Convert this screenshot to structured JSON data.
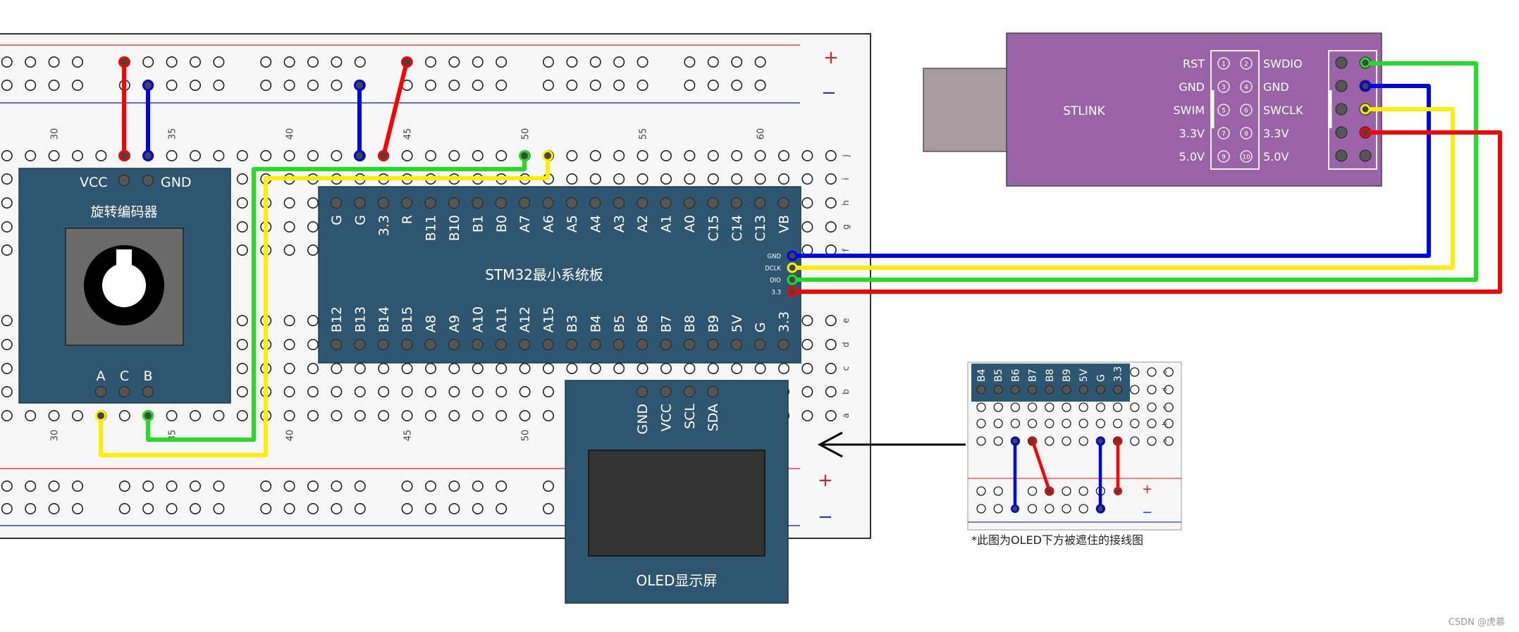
{
  "breadboard": {
    "column_numbers": [
      "30",
      "35",
      "40",
      "45",
      "50",
      "55",
      "60"
    ],
    "row_letters_top": [
      "j",
      "i",
      "h",
      "g",
      "f"
    ],
    "row_letters_bottom": [
      "e",
      "d",
      "c",
      "b",
      "a"
    ],
    "rail_plus": "+",
    "rail_minus": "−"
  },
  "encoder": {
    "vcc_label": "VCC",
    "gnd_label": "GND",
    "title": "旋转编码器",
    "pins": [
      "A",
      "C",
      "B"
    ]
  },
  "stm32": {
    "title": "STM32最小系统板",
    "top_pins": [
      "G",
      "G",
      "3.3",
      "R",
      "B11",
      "B10",
      "B1",
      "B0",
      "A7",
      "A6",
      "A5",
      "A4",
      "A3",
      "A2",
      "A1",
      "A0",
      "C15",
      "C14",
      "C13",
      "VB"
    ],
    "bottom_pins": [
      "B12",
      "B13",
      "B14",
      "B15",
      "A8",
      "A9",
      "A10",
      "A11",
      "A12",
      "A15",
      "B3",
      "B4",
      "B5",
      "B6",
      "B7",
      "B8",
      "B9",
      "5V",
      "G",
      "3.3"
    ],
    "swd_pins": [
      "GND",
      "DCLK",
      "DIO",
      "3.3"
    ]
  },
  "oled": {
    "pins": [
      "GND",
      "VCC",
      "SCL",
      "SDA"
    ],
    "title": "OLED显示屏"
  },
  "stlink": {
    "name": "STLINK",
    "left_labels": [
      "RST",
      "GND",
      "SWIM",
      "3.3V",
      "5.0V"
    ],
    "right_labels": [
      "SWDIO",
      "GND",
      "SWCLK",
      "3.3V",
      "5.0V"
    ],
    "pin_numbers": [
      "1",
      "2",
      "3",
      "4",
      "5",
      "6",
      "7",
      "8",
      "9",
      "10"
    ]
  },
  "inset": {
    "pins": [
      "B4",
      "B5",
      "B6",
      "B7",
      "B8",
      "B9",
      "5V",
      "G",
      "3.3"
    ],
    "row_letters": [
      "e",
      "d",
      "c",
      "b",
      "a"
    ],
    "rail_plus": "+",
    "rail_minus": "−",
    "caption": "*此图为OLED下方被遮住的接线图"
  },
  "wire_colors": {
    "red": "#ff0000",
    "blue": "#0000ee",
    "green": "#22dd22",
    "yellow": "#ffee00"
  },
  "colors": {
    "module": "#2f5670",
    "stlink": "#9a63a8"
  },
  "watermark": "CSDN @虎慕"
}
